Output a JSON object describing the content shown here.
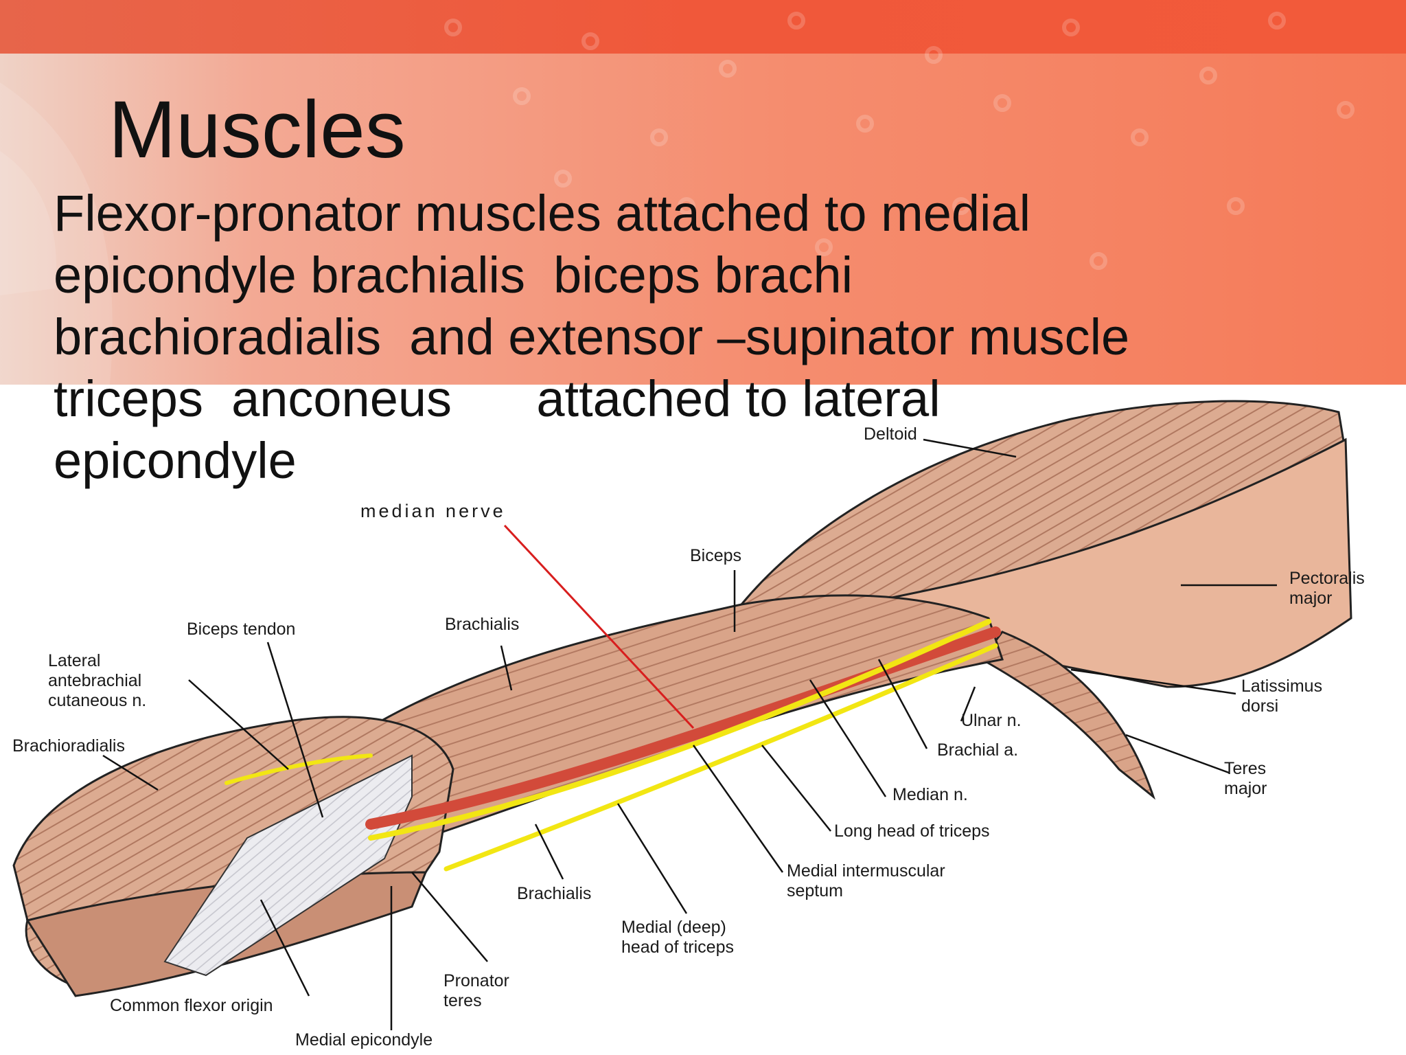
{
  "slide": {
    "title": "Muscles",
    "body_lines": [
      "Flexor-pronator muscles attached to medial",
      "epicondyle brachialis  biceps brachi",
      "brachioradialis  and extensor –supinator muscle",
      "triceps  anconeus      attached to lateral",
      "epicondyle"
    ]
  },
  "diagram": {
    "labels": {
      "deltoid": "Deltoid",
      "median_nerve": "median nerve",
      "biceps": "Biceps",
      "pectoralis_major": "Pectoralis\nmajor",
      "biceps_tendon": "Biceps tendon",
      "brachialis_top": "Brachialis",
      "lateral_antebrachial": "Lateral\nantebrachial\ncutaneous n.",
      "brachioradialis": "Brachioradialis",
      "latissimus_dorsi": "Latissimus\ndorsi",
      "ulnar_n": "Ulnar n.",
      "brachial_a": "Brachial a.",
      "teres_major": "Teres\nmajor",
      "median_n": "Median n.",
      "long_head_triceps": "Long head of triceps",
      "medial_intermuscular_septum": "Medial intermuscular\nseptum",
      "brachialis_bottom": "Brachialis",
      "medial_deep_head": "Medial (deep)\nhead of triceps",
      "pronator_teres": "Pronator\nteres",
      "common_flexor_origin": "Common flexor origin",
      "medial_epicondyle": "Medial epicondyle"
    },
    "colors": {
      "muscle": "#d9a489",
      "muscle_dark": "#a8705a",
      "nerve_yellow": "#f2e613",
      "artery_red": "#d24a3a",
      "median_nerve_line": "#d81e1e",
      "tendon": "#e9e9ee"
    }
  }
}
